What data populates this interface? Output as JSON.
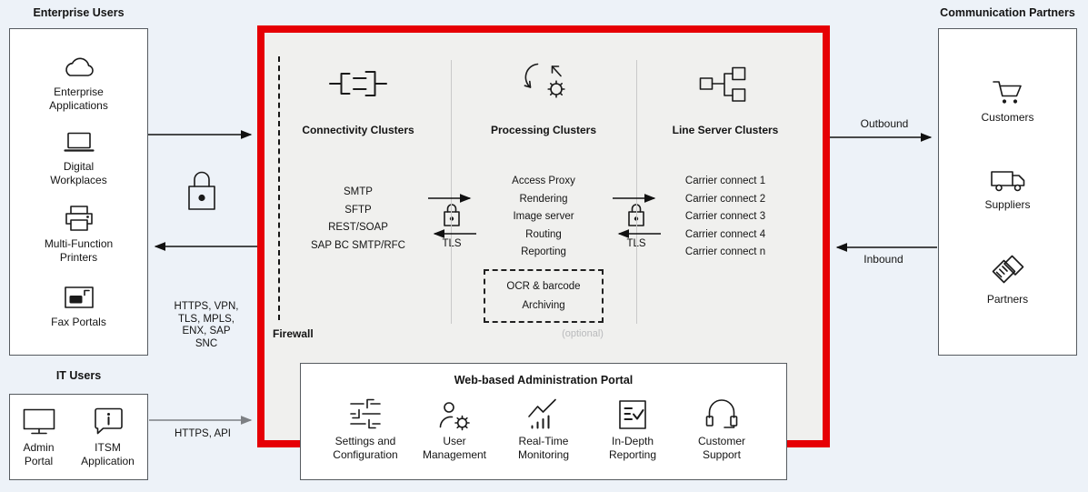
{
  "colors": {
    "page_bg": "#edf2f8",
    "firewall_zone_bg": "#f0f0ee",
    "firewall_border_red": "#e60005",
    "panel_border": "#565b60",
    "text": "#141414",
    "muted_note": "#b9babc",
    "divider": "#c9c9c9",
    "gray_arrow": "#7d8084"
  },
  "enterprise_users": {
    "title": "Enterprise Users",
    "items": [
      {
        "icon": "cloud-icon",
        "label": "Enterprise Applications"
      },
      {
        "icon": "laptop-icon",
        "label": "Digital Workplaces"
      },
      {
        "icon": "printer-icon",
        "label": "Multi-Function Printers"
      },
      {
        "icon": "fax-icon",
        "label": "Fax Portals"
      }
    ]
  },
  "it_users": {
    "title": "IT Users",
    "items": [
      {
        "icon": "monitor-icon",
        "label": "Admin Portal"
      },
      {
        "icon": "chat-info-icon",
        "label": "ITSM Application"
      }
    ]
  },
  "communication_partners": {
    "title": "Communication Partners",
    "items": [
      {
        "icon": "cart-icon",
        "label": "Customers"
      },
      {
        "icon": "truck-icon",
        "label": "Suppliers"
      },
      {
        "icon": "handshake-icon",
        "label": "Partners"
      }
    ]
  },
  "connections": {
    "enterprise_protocols": "HTTPS, VPN, TLS, MPLS, ENX, SAP SNC",
    "it_protocols": "HTTPS, API",
    "outbound_label": "Outbound",
    "inbound_label": "Inbound",
    "tls_label": "TLS"
  },
  "firewall_zone": {
    "firewall_label": "Firewall",
    "columns": [
      {
        "icon": "connector-icon",
        "title": "Connectivity Clusters",
        "items": [
          "SMTP",
          "SFTP",
          "REST/SOAP",
          "SAP BC SMTP/RFC"
        ]
      },
      {
        "icon": "process-sync-gear-icon",
        "title": "Processing Clusters",
        "items": [
          "Access Proxy",
          "Rendering",
          "Image server",
          "Routing",
          "Reporting"
        ],
        "optional_box": {
          "items": [
            "OCR & barcode",
            "Archiving"
          ],
          "note": "(optional)"
        }
      },
      {
        "icon": "network-tree-icon",
        "title": "Line Server Clusters",
        "items": [
          "Carrier connect 1",
          "Carrier connect 2",
          "Carrier connect 3",
          "Carrier connect 4",
          "Carrier connect n"
        ]
      }
    ]
  },
  "admin_portal": {
    "title": "Web-based Administration Portal",
    "items": [
      {
        "icon": "sliders-icon",
        "label": "Settings and Configuration"
      },
      {
        "icon": "user-gear-icon",
        "label": "User Management"
      },
      {
        "icon": "chart-monitor-icon",
        "label": "Real-Time Monitoring"
      },
      {
        "icon": "checklist-icon",
        "label": "In-Depth Reporting"
      },
      {
        "icon": "headset-icon",
        "label": "Customer Support"
      }
    ]
  }
}
